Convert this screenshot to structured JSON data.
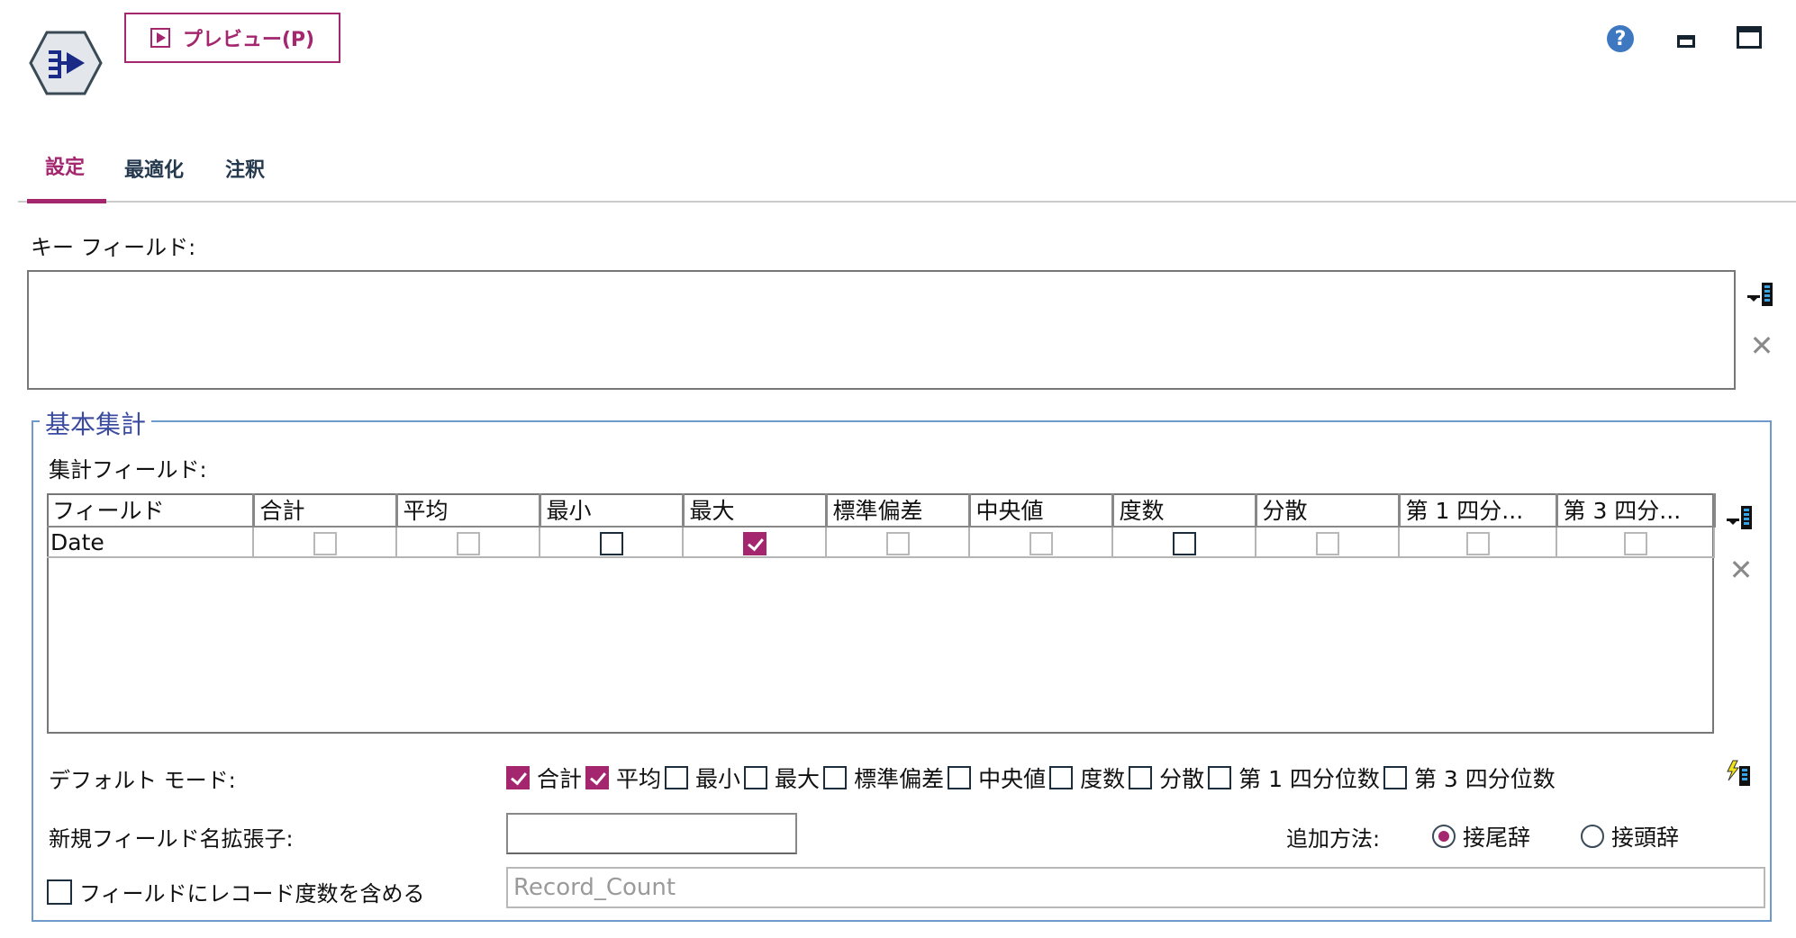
{
  "header": {
    "node_icon": "aggregate-node-icon",
    "preview_label": "プレビュー(P)",
    "help_icon": "help-icon",
    "minimize_icon": "minimize-icon",
    "maximize_icon": "maximize-icon"
  },
  "tabs": [
    {
      "label": "設定",
      "active": true
    },
    {
      "label": "最適化",
      "active": false
    },
    {
      "label": "注釈",
      "active": false
    }
  ],
  "key_fields": {
    "label": "キー フィールド:",
    "items": [],
    "add_icon": "field-picker-icon",
    "remove_icon": "remove-icon"
  },
  "basic_aggregates": {
    "legend": "基本集計",
    "agg_fields_label": "集計フィールド:",
    "columns": [
      "フィールド",
      "合計",
      "平均",
      "最小",
      "最大",
      "標準偏差",
      "中央値",
      "度数",
      "分散",
      "第 1 四分...",
      "第 3 四分..."
    ],
    "rows": [
      {
        "field": "Date",
        "cells": [
          {
            "col": "合計",
            "state": "disabled"
          },
          {
            "col": "平均",
            "state": "disabled"
          },
          {
            "col": "最小",
            "state": "enabled"
          },
          {
            "col": "最大",
            "state": "checked"
          },
          {
            "col": "標準偏差",
            "state": "disabled"
          },
          {
            "col": "中央値",
            "state": "disabled"
          },
          {
            "col": "度数",
            "state": "enabled"
          },
          {
            "col": "分散",
            "state": "disabled"
          },
          {
            "col": "第 1 四分位数",
            "state": "disabled"
          },
          {
            "col": "第 3 四分位数",
            "state": "disabled"
          }
        ]
      }
    ],
    "default_mode": {
      "label": "デフォルト モード:",
      "options": [
        {
          "label": "合計",
          "checked": true
        },
        {
          "label": "平均",
          "checked": true
        },
        {
          "label": "最小",
          "checked": false
        },
        {
          "label": "最大",
          "checked": false
        },
        {
          "label": "標準偏差",
          "checked": false
        },
        {
          "label": "中央値",
          "checked": false
        },
        {
          "label": "度数",
          "checked": false
        },
        {
          "label": "分散",
          "checked": false
        },
        {
          "label": "第 1 四分位数",
          "checked": false
        },
        {
          "label": "第 3 四分位数",
          "checked": false
        }
      ],
      "apply_icon": "apply-to-all-icon"
    },
    "new_field_ext": {
      "label": "新規フィールド名拡張子:",
      "value": ""
    },
    "add_method": {
      "label": "追加方法:",
      "options": [
        {
          "label": "接尾辞",
          "selected": true
        },
        {
          "label": "接頭辞",
          "selected": false
        }
      ]
    },
    "record_count": {
      "label": "フィールドにレコード度数を含める",
      "checked": false,
      "value": "Record_Count"
    }
  },
  "colors": {
    "accent": "#a3266f",
    "group_border": "#6d9acb",
    "legend_text": "#3b4ba0",
    "help_blue": "#3e78c0"
  }
}
